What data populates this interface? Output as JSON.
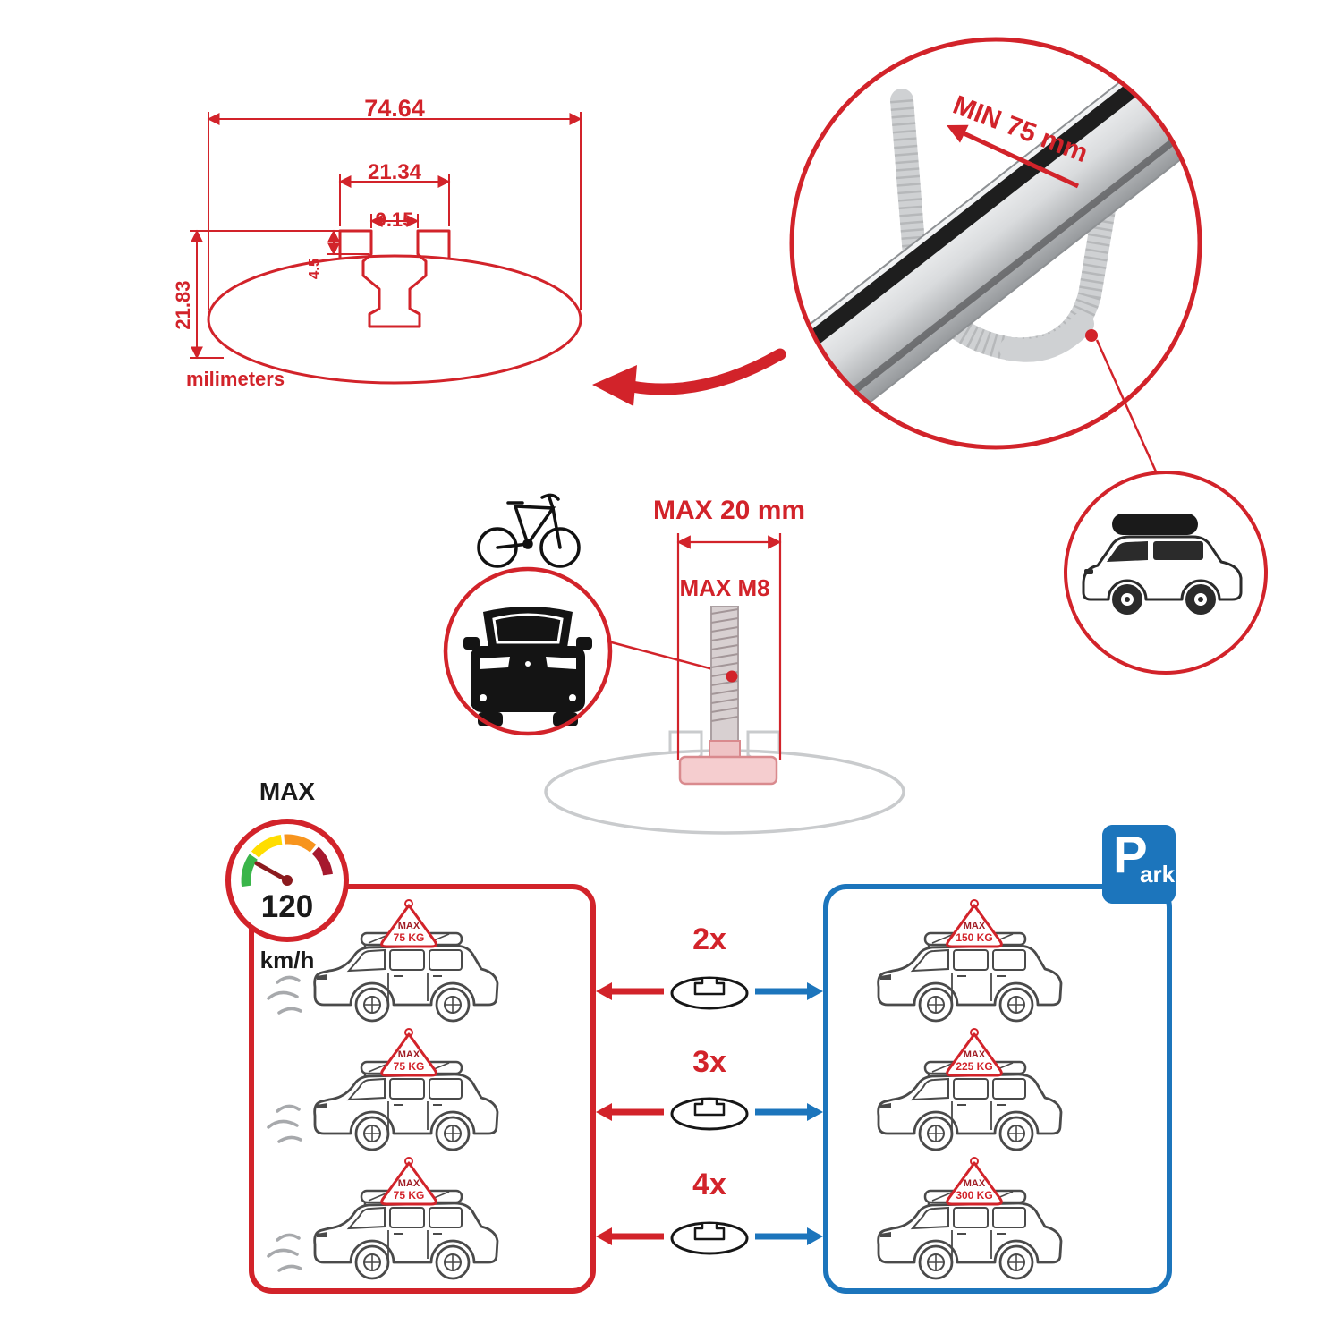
{
  "colors": {
    "red": "#D2232A",
    "blue": "#1C75BC",
    "black": "#231F20",
    "ghost_gray": "#C9CBCD"
  },
  "cross_section": {
    "total_width": "74.64",
    "channel_width": "21.34",
    "slot_width": "9.15",
    "slot_depth": "4.5",
    "total_height": "21.83",
    "unit_label": "milimeters"
  },
  "bar_detail": {
    "min_span_label": "MIN 75 mm"
  },
  "bolt_detail": {
    "max_width_label": "MAX 20 mm",
    "max_thread_label": "MAX M8"
  },
  "speed_gauge": {
    "title": "MAX",
    "value": "120",
    "unit": "km/h"
  },
  "park_sign": {
    "initial": "P",
    "rest": "ark"
  },
  "driving_cars": [
    {
      "max_label": "MAX",
      "weight": "75 KG"
    },
    {
      "max_label": "MAX",
      "weight": "75 KG"
    },
    {
      "max_label": "MAX",
      "weight": "75 KG"
    }
  ],
  "parked_cars": [
    {
      "max_label": "MAX",
      "weight": "150 KG"
    },
    {
      "max_label": "MAX",
      "weight": "225 KG"
    },
    {
      "max_label": "MAX",
      "weight": "300 KG"
    }
  ],
  "bar_counts": [
    {
      "label": "2x"
    },
    {
      "label": "3x"
    },
    {
      "label": "4x"
    }
  ]
}
